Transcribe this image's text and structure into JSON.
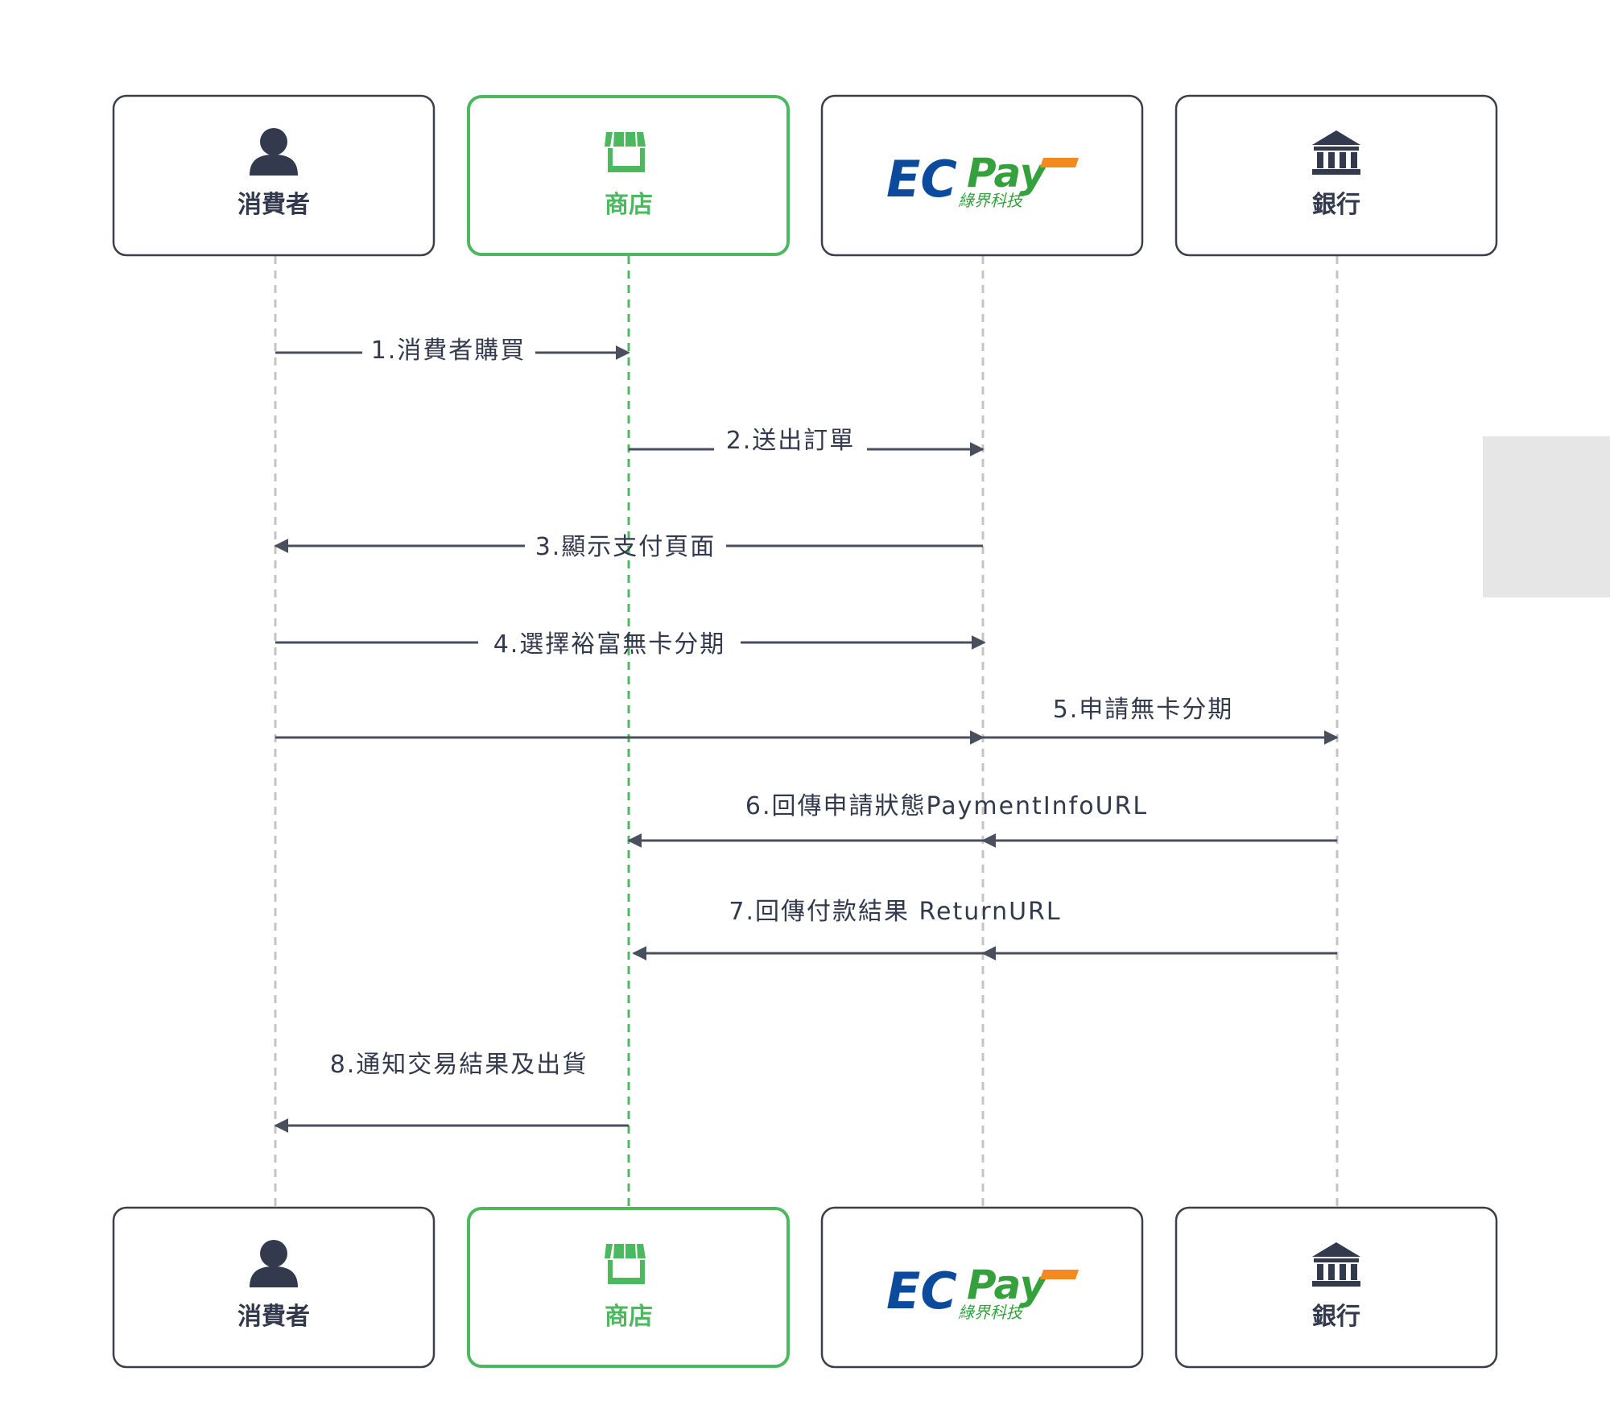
{
  "colors": {
    "accent": "#4cb860",
    "text": "#333a4d",
    "arrow": "#4a4f5e",
    "lifeline": "#c4c4c4",
    "box_border": "#3b3f4a",
    "ecpay_blue": "#0b4a9c",
    "ecpay_green": "#35a13d",
    "ecpay_orange": "#f28a1c",
    "side_block": "#e6e6e6"
  },
  "participants": [
    {
      "id": "consumer",
      "label": "消費者",
      "icon": "person-icon"
    },
    {
      "id": "store",
      "label": "商店",
      "icon": "storefront-icon"
    },
    {
      "id": "ecpay",
      "label": "",
      "icon": "ecpay-logo",
      "logo": {
        "main_ec": "EC",
        "main_pay": "Pay",
        "sub": "綠界科技"
      }
    },
    {
      "id": "bank",
      "label": "銀行",
      "icon": "bank-icon"
    }
  ],
  "messages": [
    {
      "step": 1,
      "text": "1.消費者購買",
      "from": "consumer",
      "to": "store"
    },
    {
      "step": 2,
      "text": "2.送出訂單",
      "from": "store",
      "to": "ecpay"
    },
    {
      "step": 3,
      "text": "3.顯示支付頁面",
      "from": "ecpay",
      "to": "consumer"
    },
    {
      "step": 4,
      "text": "4.選擇裕富無卡分期",
      "from": "consumer",
      "to": "ecpay"
    },
    {
      "step": 5,
      "text": "5.申請無卡分期",
      "from": "consumer",
      "to": "bank",
      "via": "ecpay"
    },
    {
      "step": 6,
      "text": "6.回傳申請狀態PaymentInfoURL",
      "from": "bank",
      "to": "store",
      "via": "ecpay"
    },
    {
      "step": 7,
      "text": "7.回傳付款結果 ReturnURL",
      "from": "bank",
      "to": "store",
      "via": "ecpay"
    },
    {
      "step": 8,
      "text": "8.通知交易結果及出貨",
      "from": "store",
      "to": "consumer"
    }
  ]
}
